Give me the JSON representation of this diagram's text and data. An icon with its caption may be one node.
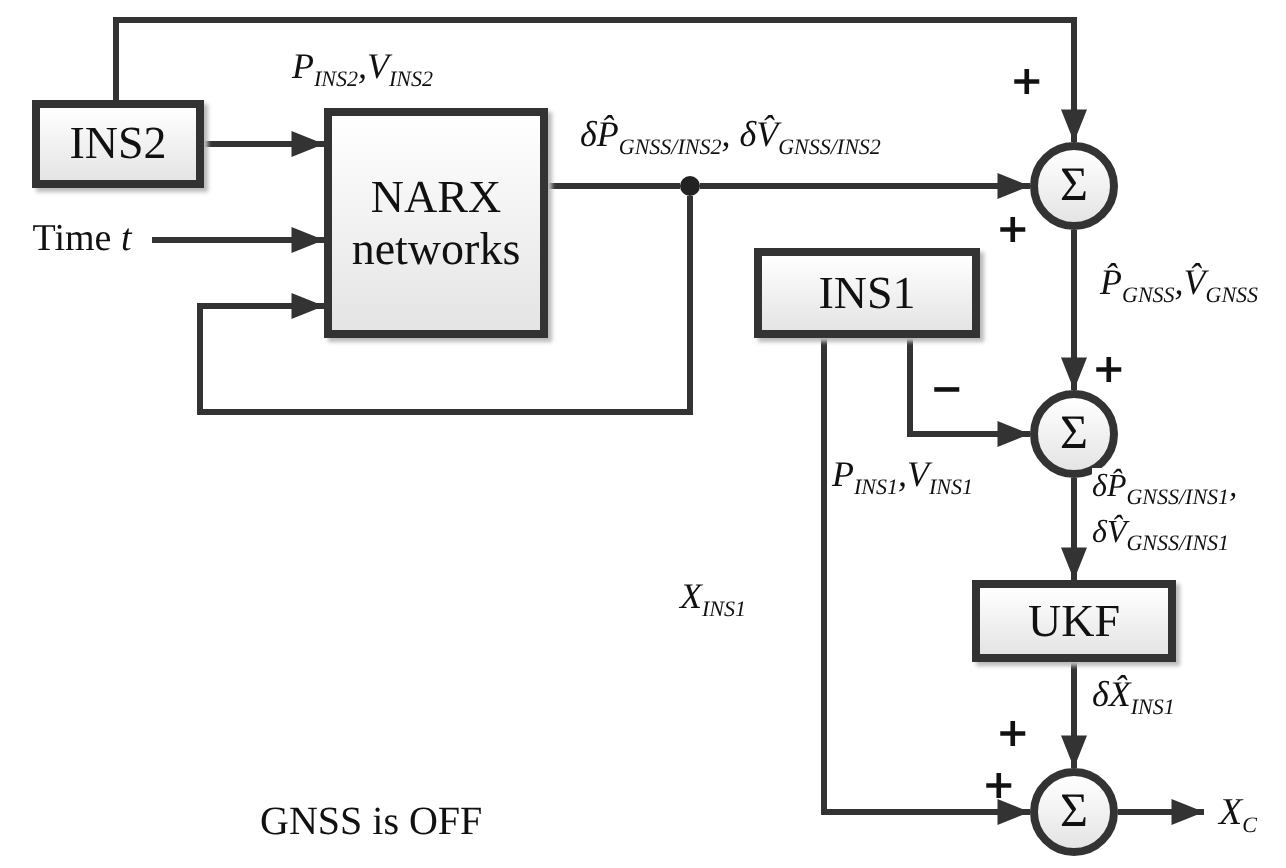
{
  "diagram": {
    "nodes": [
      {
        "text": [
          "INS2"
        ]
      },
      {
        "text": [
          "NARX networks"
        ]
      },
      {
        "text": [
          "Time *t*"
        ]
      },
      {
        "text": [],
        "shape": "circle"
      },
      {
        "text": [
          "Σ"
        ]
      },
      {
        "text": [
          "INS1"
        ]
      },
      {
        "text": [
          "Σ"
        ]
      },
      {
        "text": [
          "UKF"
        ]
      },
      {
        "text": [
          "Σ"
        ]
      },
      {
        "text": [
          "*X*$_{C}$"
        ]
      }
    ],
    "edges": [
      {
        "from": 0,
        "to": 4,
        "arrow": "to"
      },
      {
        "from": 0,
        "to": 1,
        "arrow": "to",
        "label": "P$_{INS2}$,V$_{INS2}$"
      },
      {
        "from": 2,
        "to": 1,
        "arrow": "to"
      },
      {
        "from": 1,
        "to": 3,
        "arrow": "none"
      },
      {
        "from": 3,
        "to": 4,
        "arrow": "to",
        "label": "δP̂$_{GNSS/INS2}$, δV̂$_{GNSS/INS2}$"
      },
      {
        "from": 3,
        "to": 1,
        "arrow": "to"
      },
      {
        "from": 4,
        "to": 6,
        "arrow": "to",
        "label": "P̂$_{GNSS}$,V̂$_{GNSS}$"
      },
      {
        "from": 5,
        "to": 6,
        "arrow": "to",
        "label": "P$_{INS1}$,V$_{INS1}$"
      },
      {
        "from": 6,
        "to": 7,
        "arrow": "to",
        "label": "δP̂$_{GNSS/INS1}$, δV̂$_{GNSS/INS1}$"
      },
      {
        "from": 7,
        "to": 8,
        "arrow": "to",
        "label": "δX̂$_{INS1}$"
      },
      {
        "from": 5,
        "to": 8,
        "arrow": "to",
        "label": "X$_{INS1}$"
      },
      {
        "from": 8,
        "to": 9,
        "arrow": "to"
      }
    ],
    "labels": [
      "+",
      "+",
      "+",
      "−",
      "+",
      "+",
      "GNSS is OFF"
    ]
  }
}
